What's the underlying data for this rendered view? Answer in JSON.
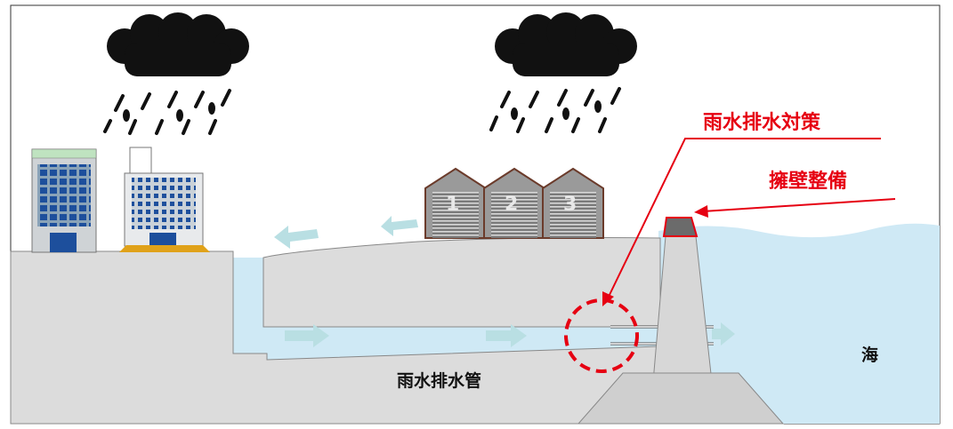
{
  "labels": {
    "rainwater_measure": "雨水排水対策",
    "retaining_wall": "擁壁整備",
    "drain_pipe": "雨水排水管",
    "sea": "海"
  },
  "warehouses": [
    {
      "number": "1"
    },
    {
      "number": "2"
    },
    {
      "number": "3"
    }
  ],
  "colors": {
    "accent_red": "#e60012",
    "ground": "#dcdcdc",
    "water": "#cfe9f5",
    "arrow": "#b9dfe3",
    "cloud": "#111111"
  },
  "icons": [
    "rain-cloud-icon",
    "building-icon",
    "warehouse-icon",
    "flow-arrow-icon"
  ]
}
